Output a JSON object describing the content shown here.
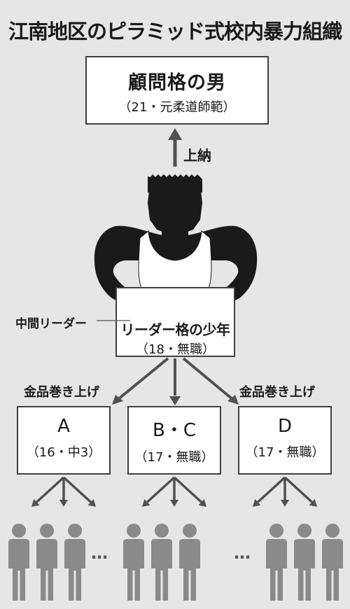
{
  "title": "江南地区のピラミッド式校内暴力組織",
  "advisor": {
    "name": "顧問格の男",
    "detail": "（21・元柔道師範）"
  },
  "tribute_label": "上納",
  "leader": {
    "name": "リーダー格の少年",
    "detail": "（18・無職）",
    "callout": "中間リーダー"
  },
  "extortion_label": "金品巻き上げ",
  "sub_leaders": [
    {
      "name": "A",
      "detail": "（16・中3）"
    },
    {
      "name": "B・C",
      "detail": "（17・無職）"
    },
    {
      "name": "D",
      "detail": "（17・無職）"
    }
  ],
  "ellipsis": "…",
  "colors": {
    "background": "#e6e6e6",
    "silhouette": "#1a1a1a",
    "member": "#8a8a8a",
    "arrow": "#505050",
    "box_border": "#404040"
  }
}
